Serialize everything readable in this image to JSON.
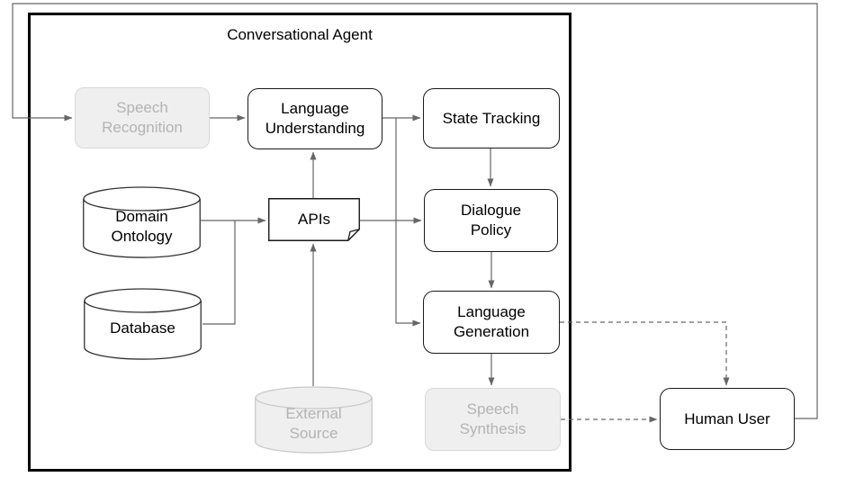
{
  "diagram": {
    "title": "Conversational Agent",
    "colors": {
      "container_border": "#000000",
      "node_border": "#1a1a1a",
      "connector": "#666666",
      "inactive_fill": "#efefef",
      "inactive_border": "#d9d9d9",
      "inactive_text": "#b3b3b3",
      "background": "#ffffff"
    },
    "nodes": {
      "speech_recognition": {
        "label": "Speech\nRecognition",
        "shape": "rounded-box",
        "state": "inactive"
      },
      "language_understanding": {
        "label": "Language\nUnderstanding",
        "shape": "rounded-box",
        "state": "active"
      },
      "state_tracking": {
        "label": "State Tracking",
        "shape": "rounded-box",
        "state": "active"
      },
      "dialogue_policy": {
        "label": "Dialogue\nPolicy",
        "shape": "rounded-box",
        "state": "active"
      },
      "language_generation": {
        "label": "Language\nGeneration",
        "shape": "rounded-box",
        "state": "active"
      },
      "speech_synthesis": {
        "label": "Speech\nSynthesis",
        "shape": "rounded-box",
        "state": "inactive"
      },
      "apis": {
        "label": "APIs",
        "shape": "document",
        "state": "active"
      },
      "domain_ontology": {
        "label": "Domain\nOntology",
        "shape": "cylinder",
        "state": "active"
      },
      "database": {
        "label": "Database",
        "shape": "cylinder",
        "state": "active"
      },
      "external_source": {
        "label": "External\nSource",
        "shape": "cylinder",
        "state": "inactive"
      },
      "human_user": {
        "label": "Human User",
        "shape": "rounded-box",
        "state": "active"
      }
    },
    "edges": [
      {
        "from": "human_user",
        "to": "speech_recognition",
        "style": "solid"
      },
      {
        "from": "speech_recognition",
        "to": "language_understanding",
        "style": "solid"
      },
      {
        "from": "language_understanding",
        "to": "state_tracking",
        "style": "solid"
      },
      {
        "from": "language_understanding",
        "to": "language_generation",
        "style": "solid"
      },
      {
        "from": "state_tracking",
        "to": "dialogue_policy",
        "style": "solid"
      },
      {
        "from": "dialogue_policy",
        "to": "language_generation",
        "style": "solid"
      },
      {
        "from": "language_generation",
        "to": "speech_synthesis",
        "style": "solid"
      },
      {
        "from": "apis",
        "to": "language_understanding",
        "style": "solid"
      },
      {
        "from": "external_source",
        "to": "apis",
        "style": "solid"
      },
      {
        "from": "domain_ontology",
        "to": "apis",
        "style": "solid"
      },
      {
        "from": "database",
        "to": "apis",
        "style": "solid"
      },
      {
        "from": "apis",
        "to": "dialogue_policy",
        "style": "solid"
      },
      {
        "from": "language_generation",
        "to": "human_user",
        "style": "dashed"
      },
      {
        "from": "speech_synthesis",
        "to": "human_user",
        "style": "dashed"
      }
    ]
  }
}
